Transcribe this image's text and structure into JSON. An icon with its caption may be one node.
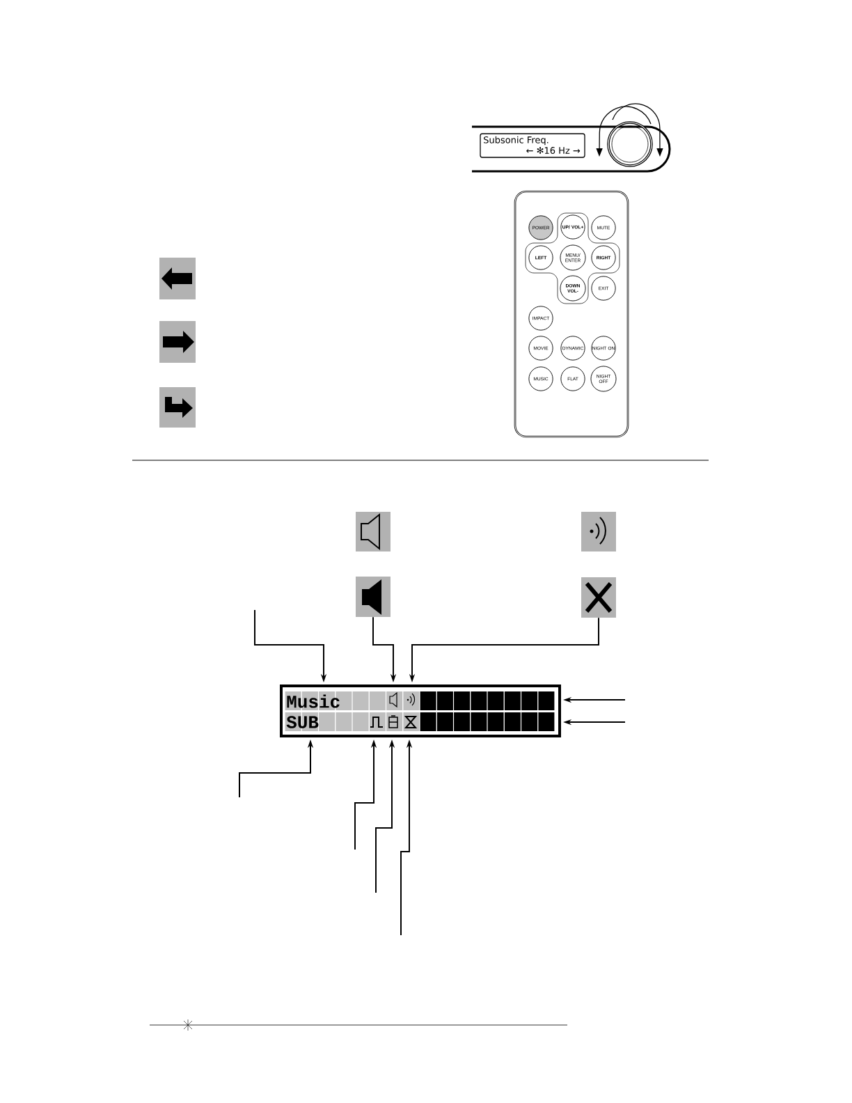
{
  "diagram": {
    "nodes": [
      {
        "text": [
          "Subsonic Freq.",
          "← ✻16 Hz →"
        ]
      },
      {
        "text": [
          "POWER"
        ]
      },
      {
        "text": [
          "UP/ VOL+"
        ]
      },
      {
        "text": [
          "MUTE"
        ]
      },
      {
        "text": [
          "LEFT"
        ]
      },
      {
        "text": [
          "MENU/ ENTER"
        ]
      },
      {
        "text": [
          "RIGHT"
        ]
      },
      {
        "text": [
          "DOWN VOL-"
        ]
      },
      {
        "text": [
          "EXIT"
        ]
      },
      {
        "text": [
          "IMPACT"
        ]
      },
      {
        "text": [
          "MOVIE"
        ]
      },
      {
        "text": [
          "DYNAMIC"
        ]
      },
      {
        "text": [
          "NIGHT ON"
        ]
      },
      {
        "text": [
          "MUSIC"
        ]
      },
      {
        "text": [
          "FLAT"
        ]
      },
      {
        "text": [
          "NIGHT OFF"
        ]
      },
      {
        "text": [],
        "shape": "picture"
      },
      {
        "text": [],
        "shape": "picture"
      },
      {
        "text": [
          "Music",
          "SUB"
        ]
      }
    ],
    "edges": [
      {
        "from": null,
        "to": 18,
        "arrow": "to"
      },
      {
        "from": 16,
        "to": 18,
        "arrow": "to"
      },
      {
        "from": 17,
        "to": 18,
        "arrow": "to"
      },
      {
        "from": null,
        "to": 18,
        "arrow": "to"
      },
      {
        "from": null,
        "to": 18,
        "arrow": "to"
      },
      {
        "from": null,
        "to": 18,
        "arrow": "to"
      },
      {
        "from": null,
        "to": 18,
        "arrow": "to"
      },
      {
        "from": null,
        "to": 18,
        "arrow": "to"
      },
      {
        "from": null,
        "to": 18,
        "arrow": "to"
      }
    ]
  }
}
